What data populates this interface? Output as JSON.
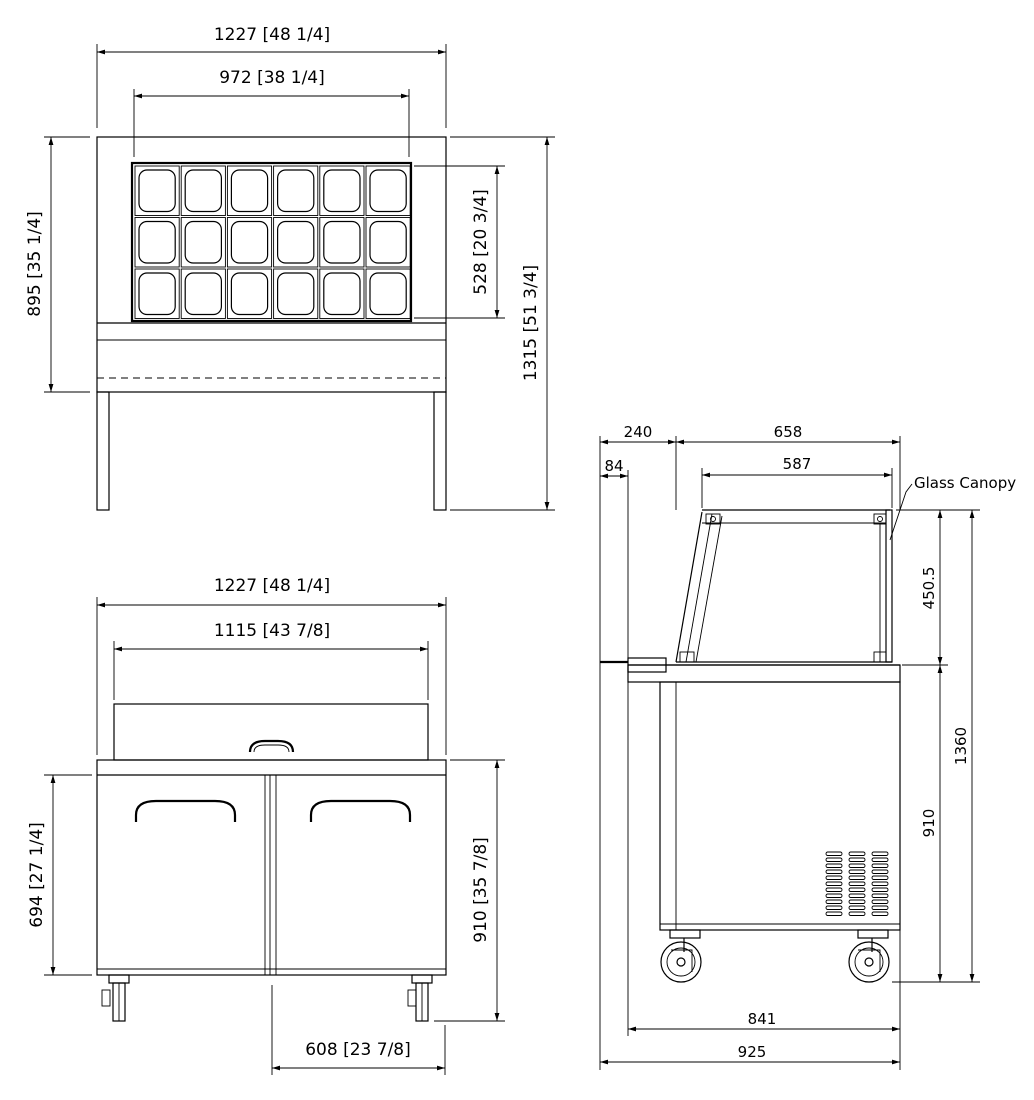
{
  "top_view": {
    "overall_width": "1227 [48 1/4]",
    "pan_width": "972 [38 1/4]",
    "overall_depth": "895 [35 1/4]",
    "pan_depth": "528 [20 3/4]",
    "leg_to_back": "1315 [51 3/4]"
  },
  "front_view": {
    "overall_width": "1227 [48 1/4]",
    "inner_width": "1115 [43 7/8]",
    "door_height": "694 [27 1/4]",
    "cabinet_height": "910 [35 7/8]",
    "side_depth": "608 [23 7/8]"
  },
  "side_view": {
    "dim_240": "240",
    "dim_658": "658",
    "dim_84": "84",
    "dim_587": "587",
    "dim_450_5": "450.5",
    "dim_1360": "1360",
    "dim_910": "910",
    "dim_841": "841",
    "dim_925": "925",
    "glass_canopy_label": "Glass Canopy"
  }
}
